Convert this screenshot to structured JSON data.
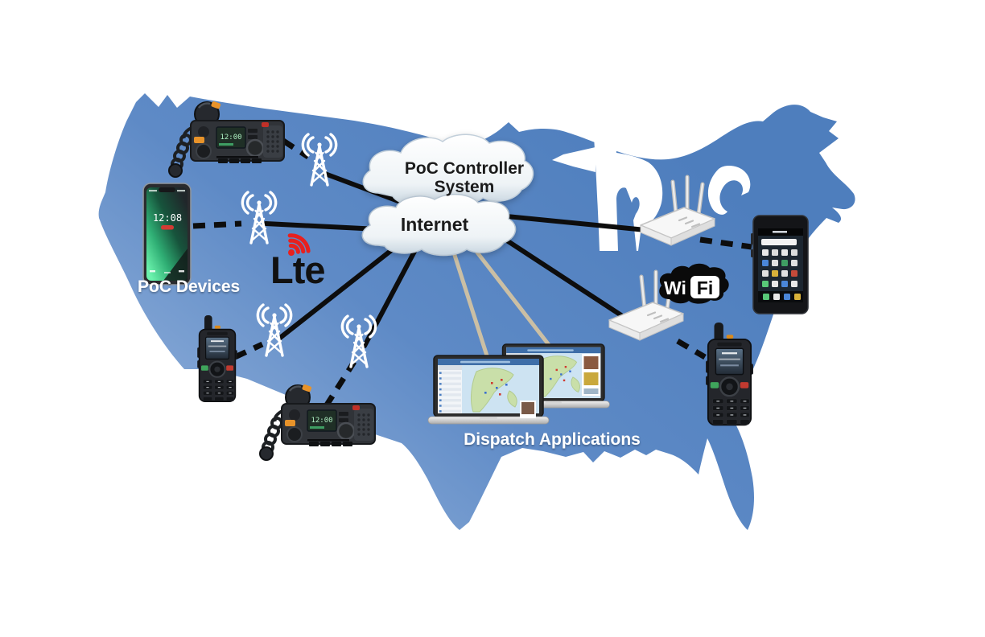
{
  "diagram": {
    "clouds": {
      "poc_line1": "PoC Controller",
      "poc_line2": "System",
      "internet": "Internet"
    },
    "labels": {
      "poc_devices": "PoC Devices",
      "dispatch_applications": "Dispatch Applications"
    },
    "logos": {
      "lte": "Lte",
      "wifi_wi": "Wi",
      "wifi_fi": "Fi"
    },
    "devices": {
      "mobile_radio_time": "12:00",
      "smartphone_time": "12:08"
    },
    "colors": {
      "map_blue_dark": "#4e7ebd",
      "map_blue_mid": "#5e8ac6",
      "map_blue_light": "#8fb0d9",
      "line_black": "#0d0d0d",
      "tan_line": "#cbbfa4",
      "lte_red": "#e8201e",
      "label_white": "#ffffff",
      "cloud_shade": "#c6d4df"
    },
    "icons": {
      "cell-tower-icon": "white lattice radio tower with signal waves",
      "wifi-router-icon": "white access point with three antennas",
      "poc-cloud-icon": "cloud shape",
      "internet-cloud-icon": "cloud shape",
      "lte-signal-icon": "red radio wave fan",
      "mobile-radio-icon": "vehicle mobile radio with hand microphone",
      "handheld-radio-icon": "handheld PoC radio with keypad",
      "smartphone-icon": "smartphone",
      "laptop-icon": "dispatch console laptop"
    }
  }
}
